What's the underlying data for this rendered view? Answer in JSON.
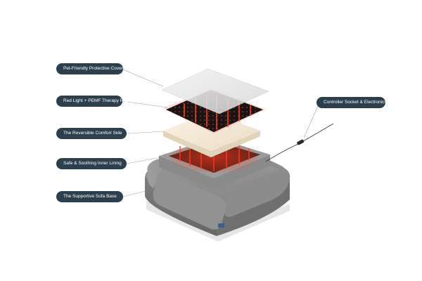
{
  "labels": {
    "cover": "Pet-Friendly Protective Cover",
    "therapy_pad": "Red Light + PEMF Therapy Pad",
    "comfort_side": "The Reversible Comfort Side",
    "inner_lining": "Safe & Soothing Inner Lining",
    "sofa_base": "The Supportive Sofa Base",
    "controller": "Controller Socket & Electronics"
  },
  "colors": {
    "label_bg": "#2b3f4d",
    "base_grey": "#7d7d7d",
    "led_red": "#ff3a22",
    "pad_dark": "#1b1414",
    "comfort_cream": "#f6ecdc",
    "cover_grey": "#e6e6e6"
  },
  "icons": {
    "brand_tag": "brand-tag-icon"
  }
}
